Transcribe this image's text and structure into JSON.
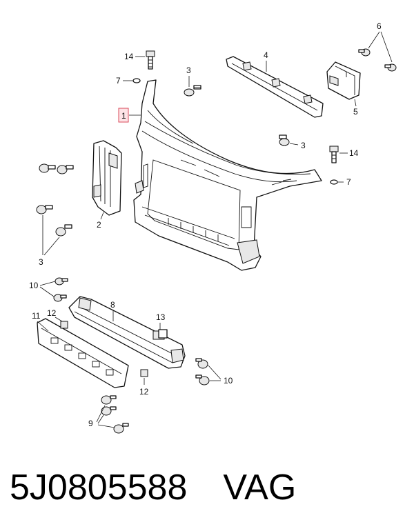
{
  "callouts": {
    "c1": "1",
    "c2": "2",
    "c3a": "3",
    "c3b": "3",
    "c3c": "3",
    "c4": "4",
    "c5": "5",
    "c6": "6",
    "c7a": "7",
    "c7b": "7",
    "c8": "8",
    "c9": "9",
    "c10a": "10",
    "c10b": "10",
    "c11": "11",
    "c12a": "12",
    "c12b": "12",
    "c13": "13",
    "c14a": "14",
    "c14b": "14"
  },
  "footer": {
    "part_number": "5J0805588",
    "brand": "VAG"
  },
  "colors": {
    "highlight_fill": "#fde3e6",
    "highlight_stroke": "#d9485a",
    "line": "#111111"
  }
}
